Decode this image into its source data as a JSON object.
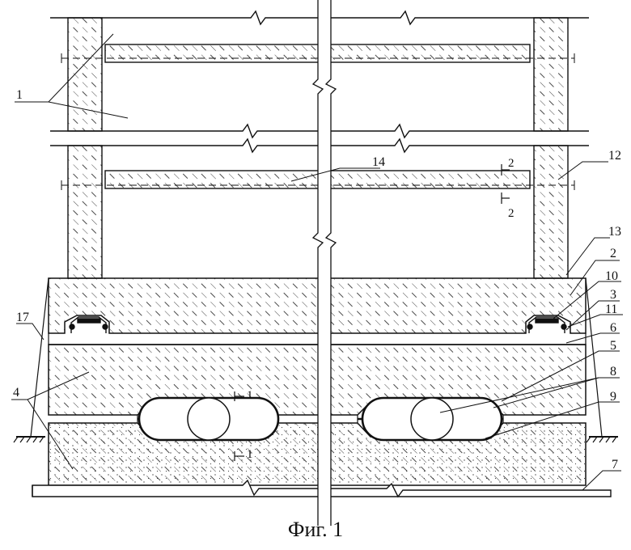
{
  "figure": {
    "caption": "Фиг. 1",
    "callouts": {
      "c1": "1",
      "c2": "2",
      "c3": "3",
      "c4": "4",
      "c5": "5",
      "c6": "6",
      "c7": "7",
      "c8": "8",
      "c9": "9",
      "c10": "10",
      "c11": "11",
      "c12": "12",
      "c13": "13",
      "c14": "14",
      "c17": "17"
    },
    "section_marks": {
      "s1_top": "1",
      "s1_bottom": "1",
      "s2_top": "2",
      "s2_bottom": "2"
    }
  }
}
